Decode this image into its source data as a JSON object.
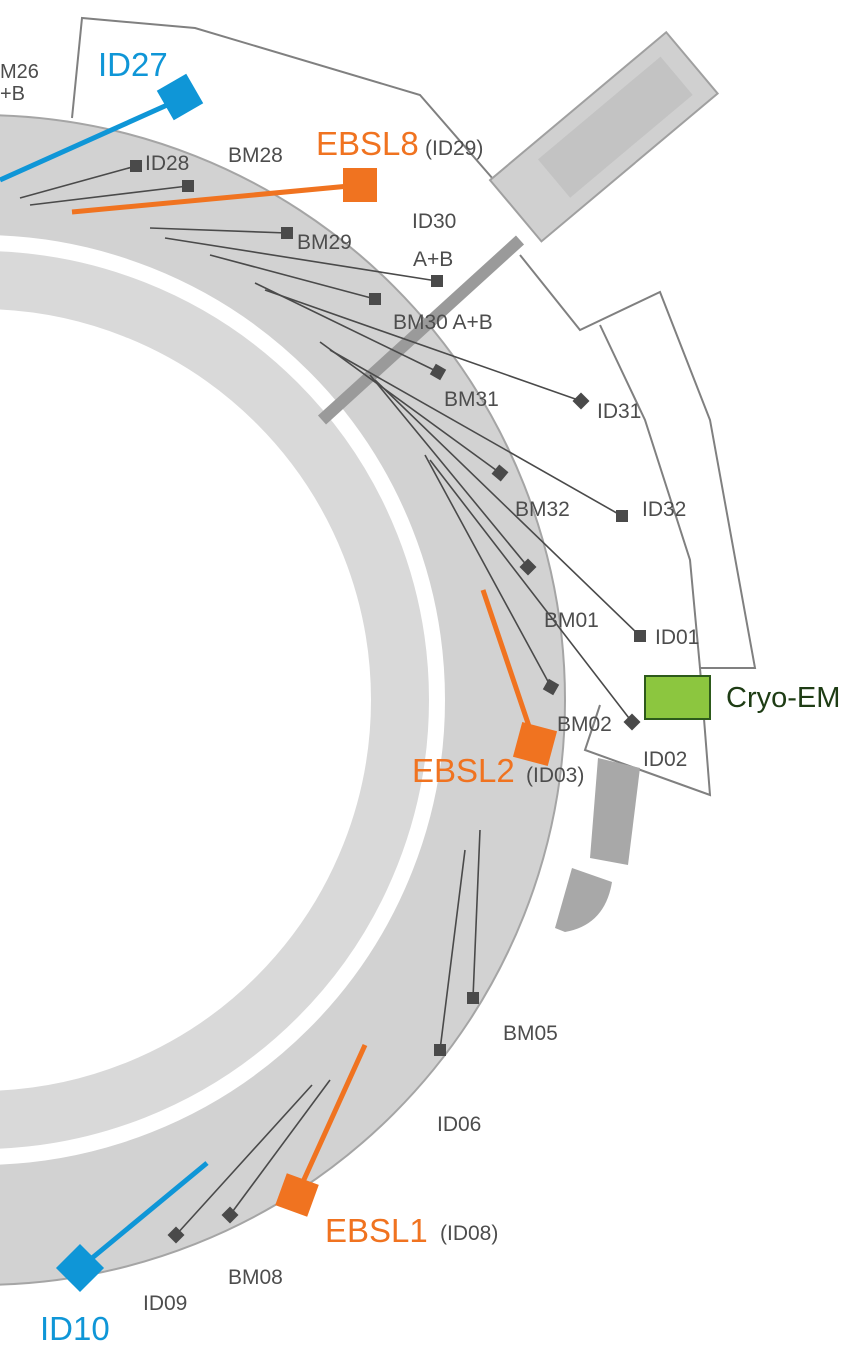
{
  "colors": {
    "ring": "#d2d2d2",
    "ring_inner": "#d9d9d9",
    "beamline": "#4a4a4a",
    "endstation": "#4a4a4a",
    "ebsl": "#f07320",
    "highlight": "#0f96d7",
    "cryo_fill": "#8cc63f",
    "cryo_border": "#2d5a1b",
    "outline": "#808080",
    "booster": "#d0d0d0"
  },
  "labels": {
    "bm26": "M26",
    "bm26_sub": "+B",
    "id27": "ID27",
    "id28": "ID28",
    "bm28": "BM28",
    "ebsl8": "EBSL8",
    "ebsl8_sub": "(ID29)",
    "bm29": "BM29",
    "id30": "ID30",
    "id30_sub": "A+B",
    "bm30": "BM30 A+B",
    "bm31": "BM31",
    "id31": "ID31",
    "bm32": "BM32",
    "id32": "ID32",
    "bm01": "BM01",
    "id01": "ID01",
    "cryo_em": "Cryo-EM",
    "bm02": "BM02",
    "id02": "ID02",
    "ebsl2": "EBSL2",
    "ebsl2_sub": "(ID03)",
    "bm05": "BM05",
    "id06": "ID06",
    "ebsl1": "EBSL1",
    "ebsl1_sub": "(ID08)",
    "bm08": "BM08",
    "id09": "ID09",
    "id10": "ID10"
  }
}
